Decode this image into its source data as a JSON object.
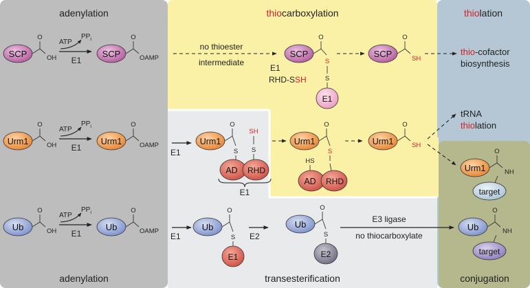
{
  "panels": {
    "adenylation_top": "adenylation",
    "adenylation_bottom": "adenylation",
    "thiocarboxylation_red": "thio",
    "thiocarboxylation_rest": "carboxylation",
    "thiolation_red": "thio",
    "thiolation_rest": "lation",
    "transesterification": "transesterification",
    "conjugation": "conjugation"
  },
  "proteins": {
    "scp": "SCP",
    "urm1": "Urm1",
    "ub": "Ub",
    "e1": "E1",
    "e2": "E2",
    "ad": "AD",
    "rhd": "RHD",
    "target": "target"
  },
  "chem": {
    "oh": "OH",
    "oamp": "OAMP",
    "sh": "SH",
    "hs": "HS",
    "o": "O",
    "s": "S",
    "nh": "NH",
    "atp": "ATP",
    "pp": "PP",
    "i": "i",
    "e1": "E1",
    "e2": "E2"
  },
  "labels": {
    "no_thioester_1": "no thioester",
    "no_thioester_2": "intermediate",
    "e1_rhd_1": "E1",
    "rhd_s": "RHD-S",
    "rhd_sh": "SH",
    "thio_cofactor_red": "thio",
    "thio_cofactor_rest": "-cofactor",
    "biosynthesis": "biosynthesis",
    "trna": "tRNA",
    "thiolation_red": "thio",
    "thiolation_rest": "lation",
    "e1_brace": "E1",
    "e3_ligase": "E3 ligase",
    "no_thiocarboxylate": "no thiocarboxylate"
  },
  "colors": {
    "gray_panel": "#bdbdbd",
    "yellow_panel": "#fbf1a6",
    "blue_panel": "#b5c7d4",
    "light_panel": "#e9eaeb",
    "green_panel": "#b4b88c",
    "red_text": "#d0202a",
    "scp": "#c46fae",
    "urm1": "#ef9a4a",
    "ub": "#8ea0d8",
    "e1_rose": "#f2b3cc",
    "e1_red": "#d9665f",
    "domain_red": "#e1735f",
    "e2": "#8b8799",
    "target_blue": "#c9dbe8",
    "target_purple": "#a99ccc"
  }
}
